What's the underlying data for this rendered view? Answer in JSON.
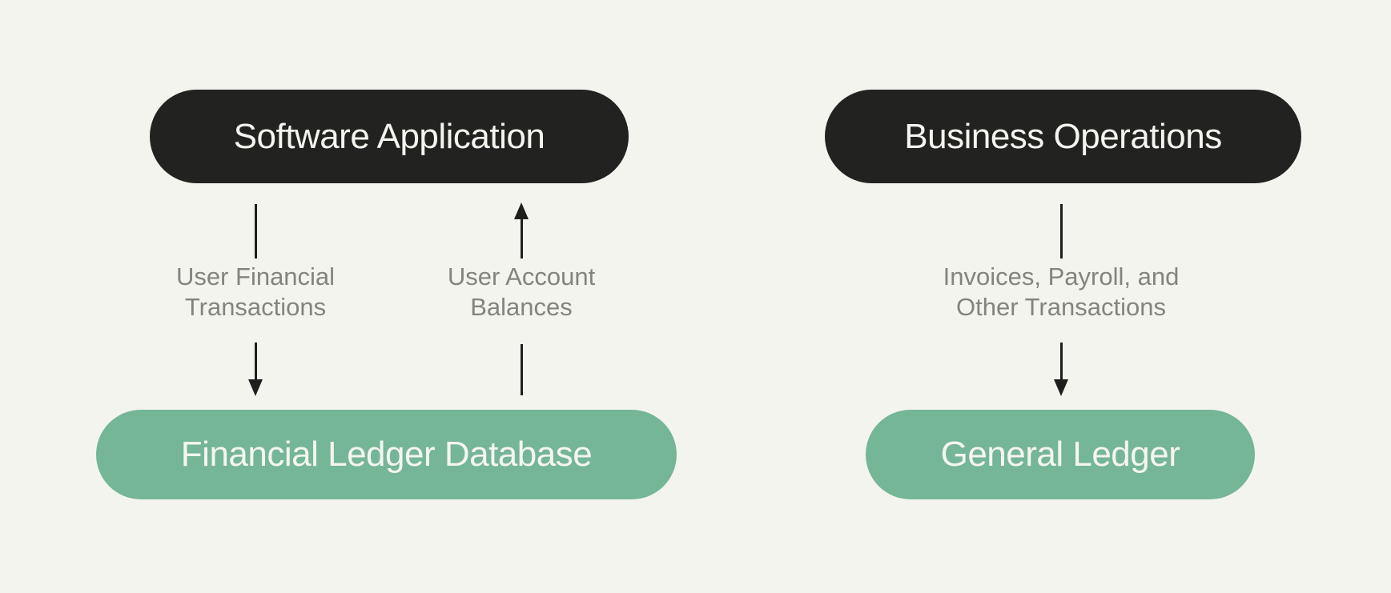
{
  "colors": {
    "page_bg": "#F4F4EF",
    "node_dark": "#222320",
    "node_green": "#75B697",
    "node_text": "#F5F5EF",
    "edge_label": "#84847F",
    "arrow": "#1E1F1C"
  },
  "left_flow": {
    "source_label": "Software Application",
    "target_label": "Financial Ledger Database",
    "edge_down_label": "User Financial\nTransactions",
    "edge_up_label": "User Account\nBalances"
  },
  "right_flow": {
    "source_label": "Business Operations",
    "target_label": "General Ledger",
    "edge_down_label": "Invoices, Payroll, and\nOther Transactions"
  }
}
